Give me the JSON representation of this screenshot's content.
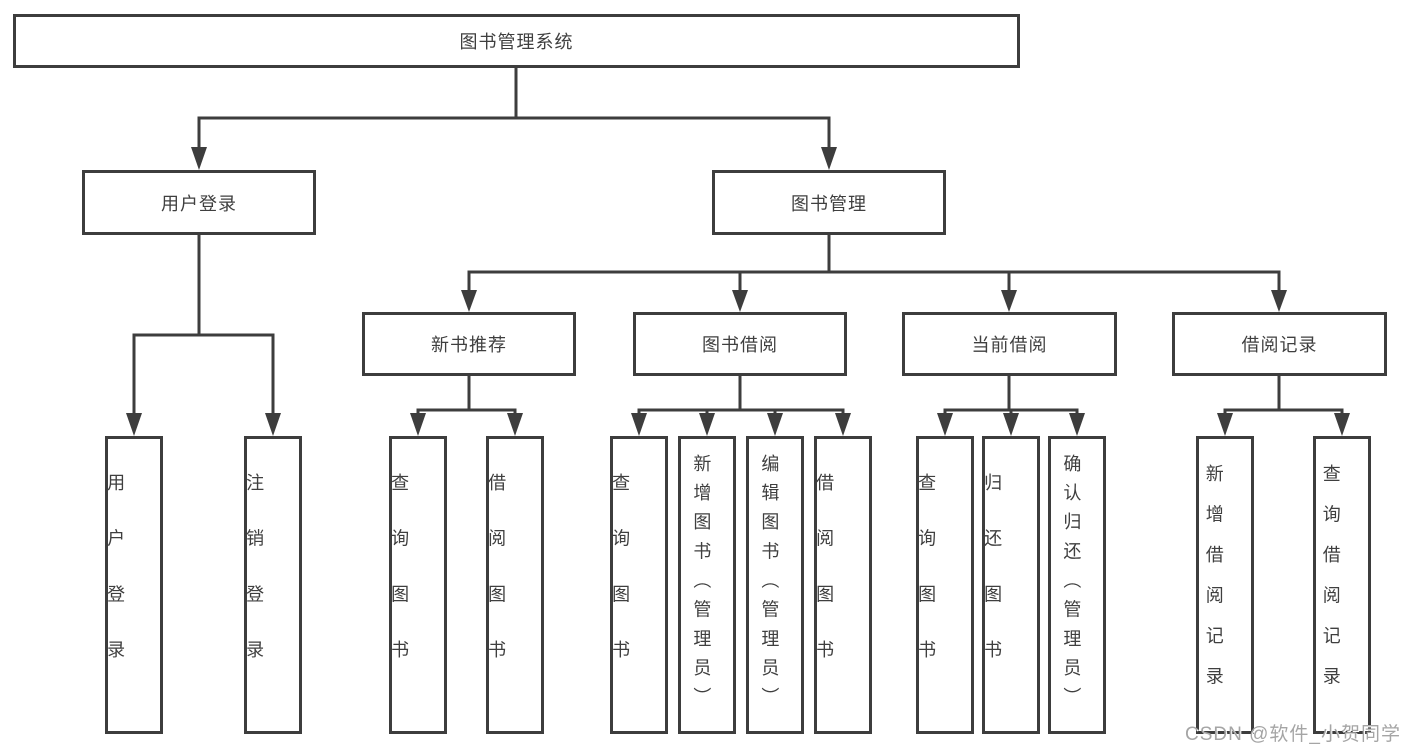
{
  "diagram": {
    "root": {
      "label": "图书管理系统"
    },
    "branches": [
      {
        "label": "用户登录",
        "children": [
          {
            "label": "用户登录"
          },
          {
            "label": "注销登录"
          }
        ]
      },
      {
        "label": "图书管理",
        "children": [
          {
            "label": "新书推荐",
            "children": [
              {
                "label": "查询图书"
              },
              {
                "label": "借阅图书"
              }
            ]
          },
          {
            "label": "图书借阅",
            "children": [
              {
                "label": "查询图书"
              },
              {
                "label": "新增图书（管理员）"
              },
              {
                "label": "编辑图书（管理员）"
              },
              {
                "label": "借阅图书"
              }
            ]
          },
          {
            "label": "当前借阅",
            "children": [
              {
                "label": "查询图书"
              },
              {
                "label": "归还图书"
              },
              {
                "label": "确认归还（管理员）"
              }
            ]
          },
          {
            "label": "借阅记录",
            "children": [
              {
                "label": "新增借阅记录"
              },
              {
                "label": "查询借阅记录"
              }
            ]
          }
        ]
      }
    ]
  },
  "watermark": {
    "text": "CSDN @软件_小贺同学"
  },
  "colors": {
    "line": "#3d3d3d",
    "text": "#3f3f3f",
    "watermark": "#a5a5a5",
    "background": "#ffffff"
  }
}
